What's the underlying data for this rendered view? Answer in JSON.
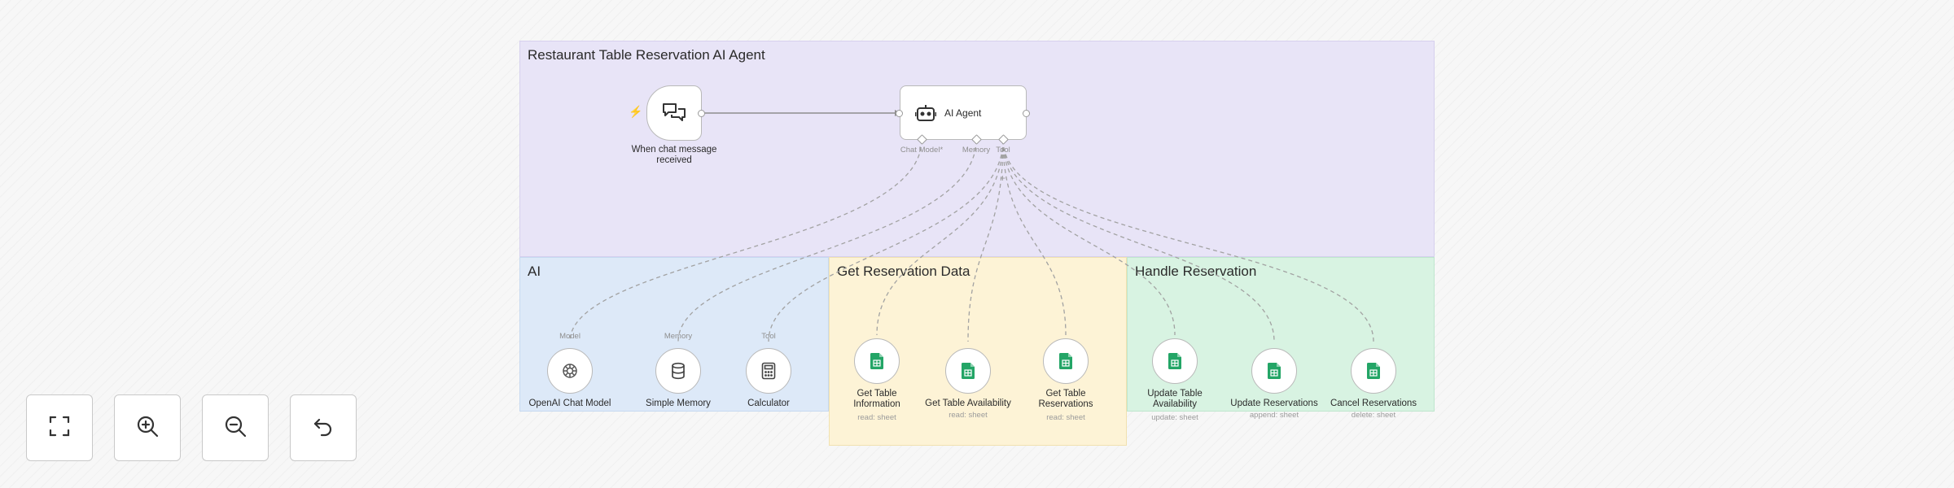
{
  "groups": {
    "main": {
      "title": "Restaurant Table Reservation AI Agent",
      "color": "#e8e4f7",
      "border": "#d6d0ee"
    },
    "ai": {
      "title": "AI",
      "color": "#dde9f8",
      "border": "#c6d9f0"
    },
    "data": {
      "title": "Get Reservation Data",
      "color": "#fdf3d6",
      "border": "#f1e1b0"
    },
    "handle": {
      "title": "Handle Reservation",
      "color": "#d8f3e2",
      "border": "#bfe6ce"
    }
  },
  "nodes": {
    "trigger": {
      "label": "When chat message received"
    },
    "agent": {
      "label": "AI Agent",
      "ports": {
        "model": "Chat Model*",
        "memory": "Memory",
        "tool": "Tool"
      }
    },
    "openai": {
      "label": "OpenAI Chat Model",
      "port": "Model"
    },
    "memory": {
      "label": "Simple Memory",
      "port": "Memory"
    },
    "calculator": {
      "label": "Calculator",
      "port": "Tool"
    },
    "get_table_info": {
      "label": "Get Table Information",
      "sub": "read: sheet"
    },
    "get_table_avail": {
      "label": "Get Table Availability",
      "sub": "read: sheet"
    },
    "get_table_res": {
      "label": "Get Table Reservations",
      "sub": "read: sheet"
    },
    "update_avail": {
      "label": "Update Table Availability",
      "sub": "update: sheet"
    },
    "update_res": {
      "label": "Update Reservations",
      "sub": "append: sheet"
    },
    "cancel_res": {
      "label": "Cancel Reservations",
      "sub": "delete: sheet"
    }
  },
  "controls": {
    "fit_view": "fit-view-icon",
    "zoom_in": "zoom-in-icon",
    "zoom_out": "zoom-out-icon",
    "reset": "undo-icon"
  },
  "colors": {
    "trigger": "#ff6d5a",
    "sheets": "#23a566",
    "wire": "#9a9a9a"
  }
}
